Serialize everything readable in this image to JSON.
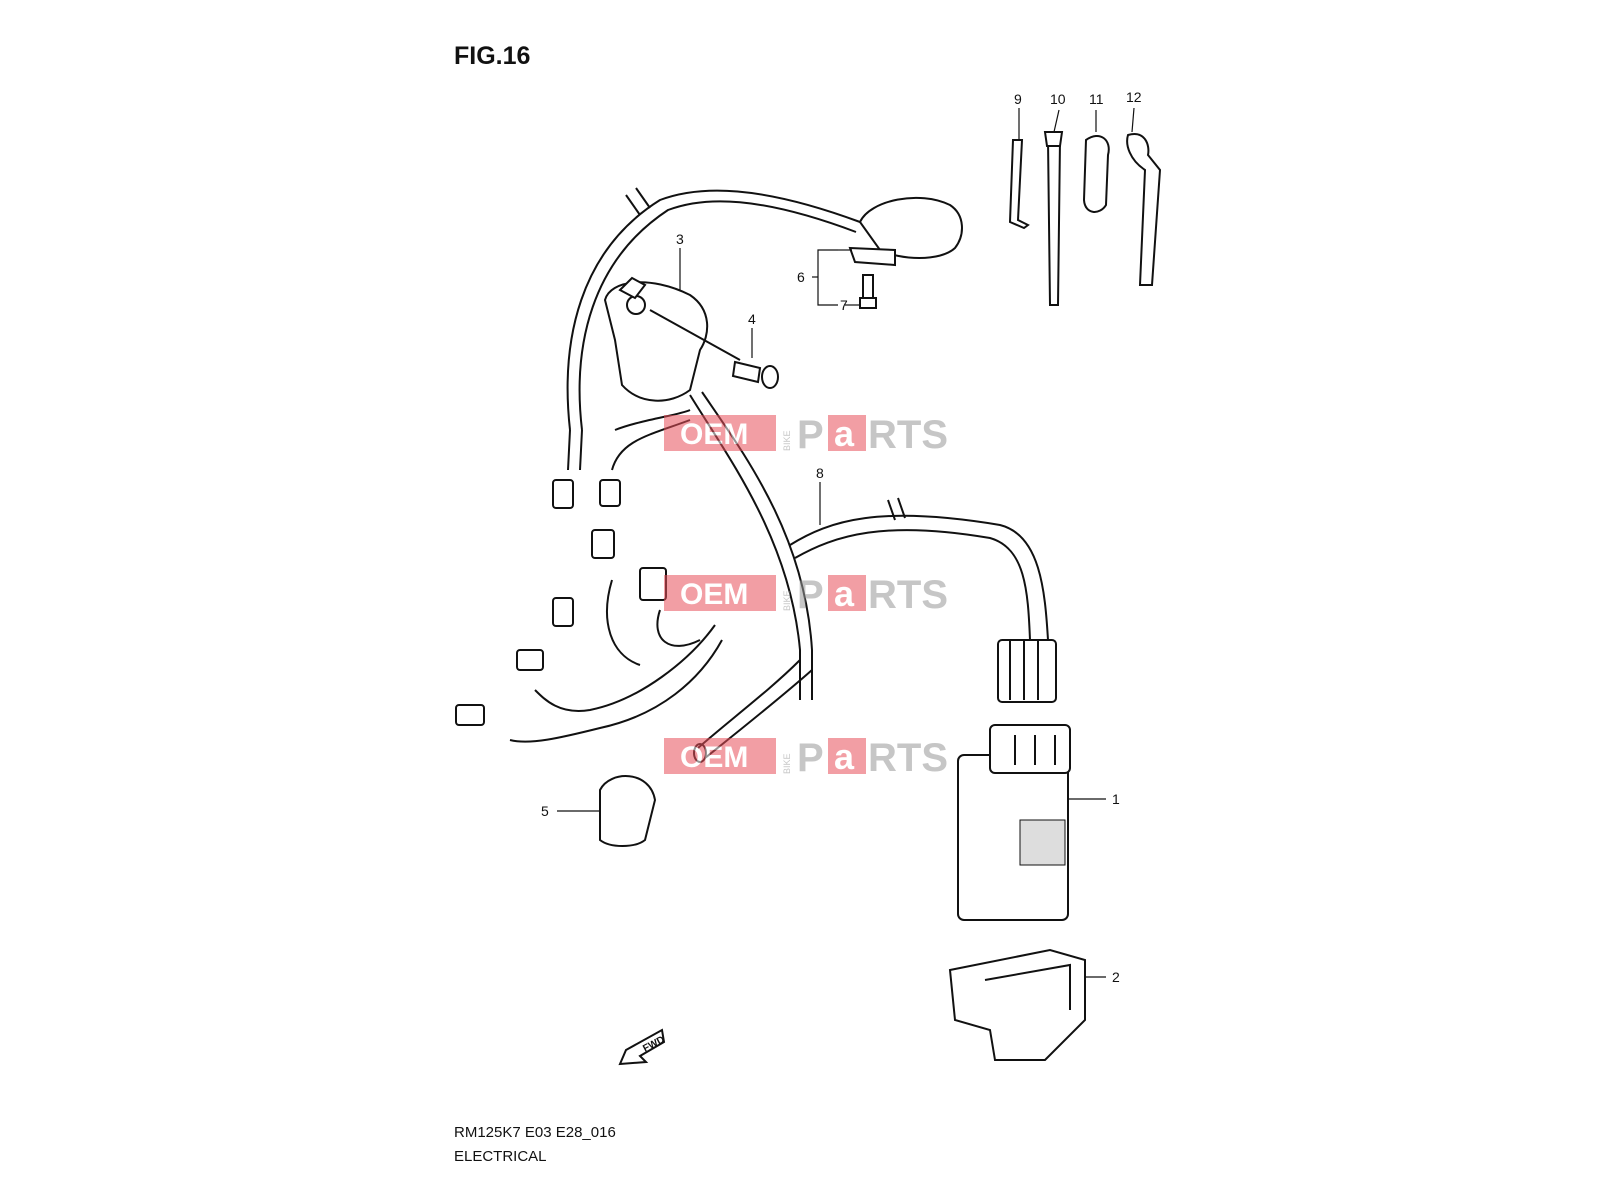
{
  "figure": {
    "title": "FIG.16",
    "code": "RM125K7 E03 E28_016",
    "name": "ELECTRICAL"
  },
  "callouts": [
    "1",
    "2",
    "3",
    "4",
    "5",
    "6",
    "7",
    "8",
    "9",
    "10",
    "11",
    "12"
  ],
  "direction_arrow": {
    "label": "FWD"
  },
  "watermark": {
    "text_left": "OEM",
    "text_vertical": "BIKE",
    "text_p": "P",
    "text_a": "a",
    "text_right": "RTS",
    "accent_color": "#e8505b"
  },
  "colors": {
    "line": "#111111",
    "background": "#ffffff"
  }
}
